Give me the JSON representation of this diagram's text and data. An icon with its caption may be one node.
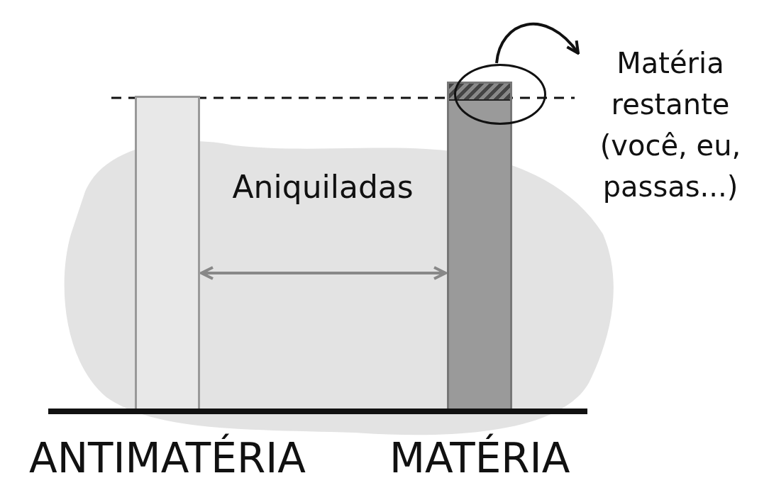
{
  "diagram": {
    "nodes": [
      {
        "text": [],
        "shape": "bar",
        "beside": [
          "ANTIMATÉRIA"
        ]
      },
      {
        "text": [],
        "shape": "bar",
        "beside": [
          "MATÉRIA"
        ]
      },
      {
        "text": [],
        "shape": "circle"
      },
      {
        "text": [
          "Matéria restante (você, eu, passas...)"
        ]
      }
    ],
    "edges": [
      {
        "from": 0,
        "to": 1,
        "arrow": "both",
        "label": "Aniquiladas",
        "color": "#888888"
      },
      {
        "from": 2,
        "to": 3,
        "arrow": "to",
        "color": "#111111"
      }
    ]
  }
}
